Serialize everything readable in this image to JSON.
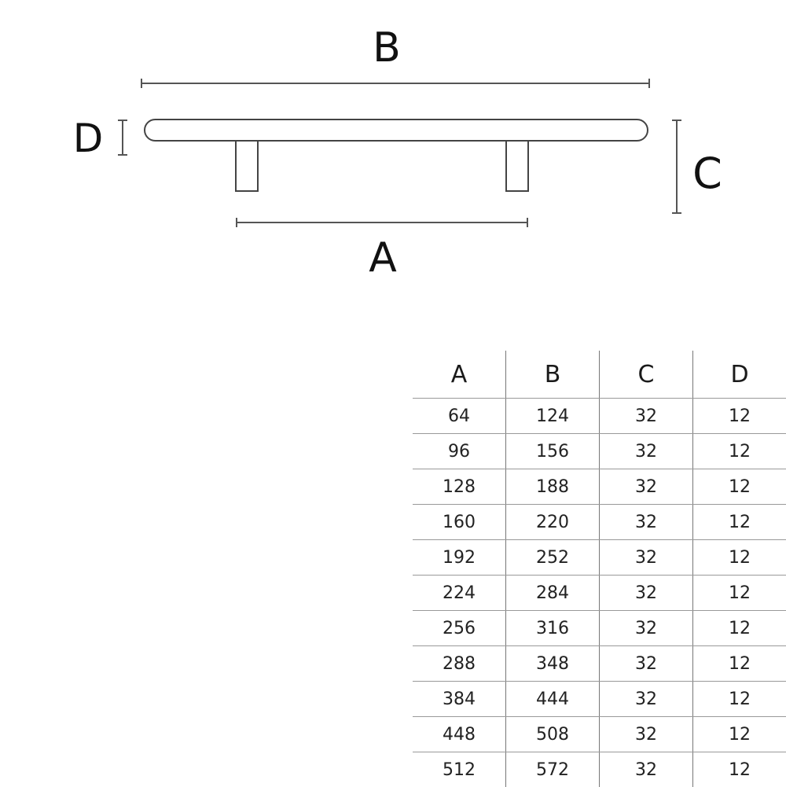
{
  "diagram": {
    "labels": {
      "a": "A",
      "b": "B",
      "c": "C",
      "d": "D"
    }
  },
  "table": {
    "headers": [
      "A",
      "B",
      "C",
      "D"
    ],
    "rows": [
      [
        "64",
        "124",
        "32",
        "12"
      ],
      [
        "96",
        "156",
        "32",
        "12"
      ],
      [
        "128",
        "188",
        "32",
        "12"
      ],
      [
        "160",
        "220",
        "32",
        "12"
      ],
      [
        "192",
        "252",
        "32",
        "12"
      ],
      [
        "224",
        "284",
        "32",
        "12"
      ],
      [
        "256",
        "316",
        "32",
        "12"
      ],
      [
        "288",
        "348",
        "32",
        "12"
      ],
      [
        "384",
        "444",
        "32",
        "12"
      ],
      [
        "448",
        "508",
        "32",
        "12"
      ],
      [
        "512",
        "572",
        "32",
        "12"
      ]
    ]
  }
}
